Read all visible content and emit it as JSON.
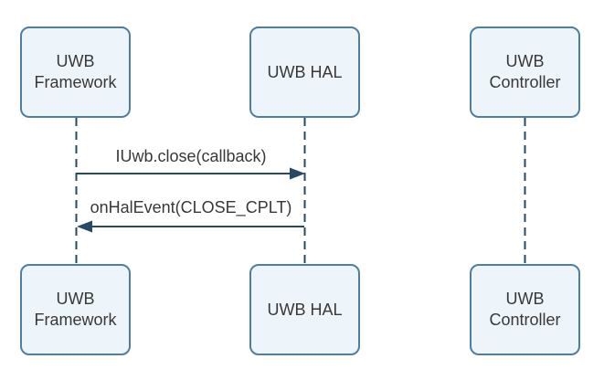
{
  "diagram_type": "sequence",
  "colors": {
    "background": "#ffffff",
    "box_fill": "#edf5fb",
    "box_border": "#4e7ea4",
    "line": "#264a63",
    "text": "#383838"
  },
  "actors": [
    {
      "id": "uwb-framework",
      "lines": [
        "UWB",
        "Framework"
      ]
    },
    {
      "id": "uwb-hal",
      "lines": [
        "UWB HAL"
      ]
    },
    {
      "id": "uwb-controller",
      "lines": [
        "UWB",
        "Controller"
      ]
    }
  ],
  "messages": [
    {
      "label": "IUwb.close(callback)",
      "from": "uwb-framework",
      "to": "uwb-hal",
      "direction": "right"
    },
    {
      "label": "onHalEvent(CLOSE_CPLT)",
      "from": "uwb-hal",
      "to": "uwb-framework",
      "direction": "left"
    }
  ]
}
